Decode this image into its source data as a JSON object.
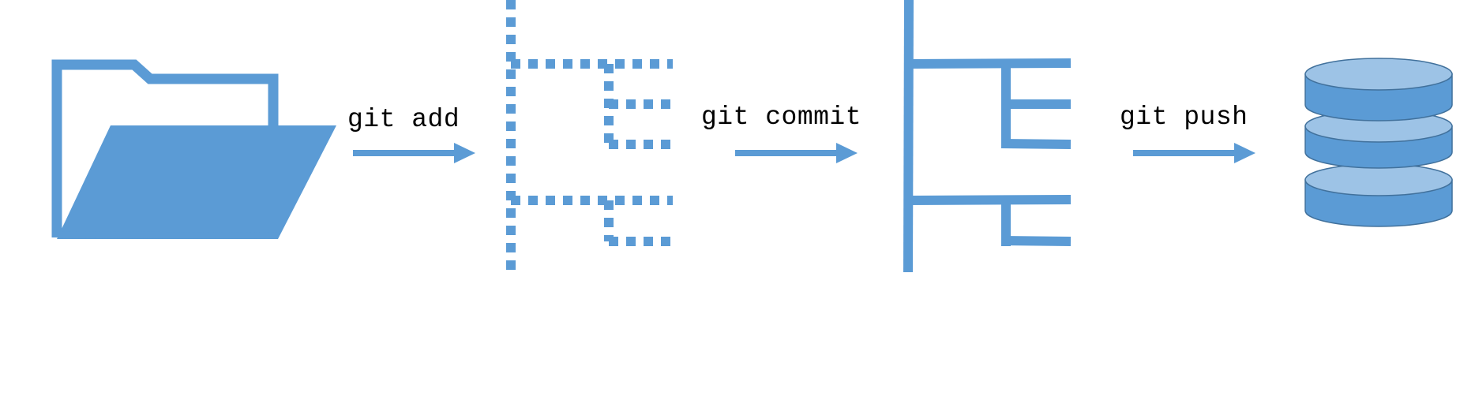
{
  "steps": {
    "add_label": "git add",
    "commit_label": "git commit",
    "push_label": "git push"
  },
  "icons": {
    "working_directory": "folder-icon",
    "staging_area": "dotted-tree-icon",
    "local_repository": "solid-tree-icon",
    "remote_repository": "database-icon"
  },
  "colors": {
    "accent": "#5B9BD5",
    "accent_light": "#9DC3E6",
    "accent_stroke": "#41719C",
    "text": "#000000"
  }
}
